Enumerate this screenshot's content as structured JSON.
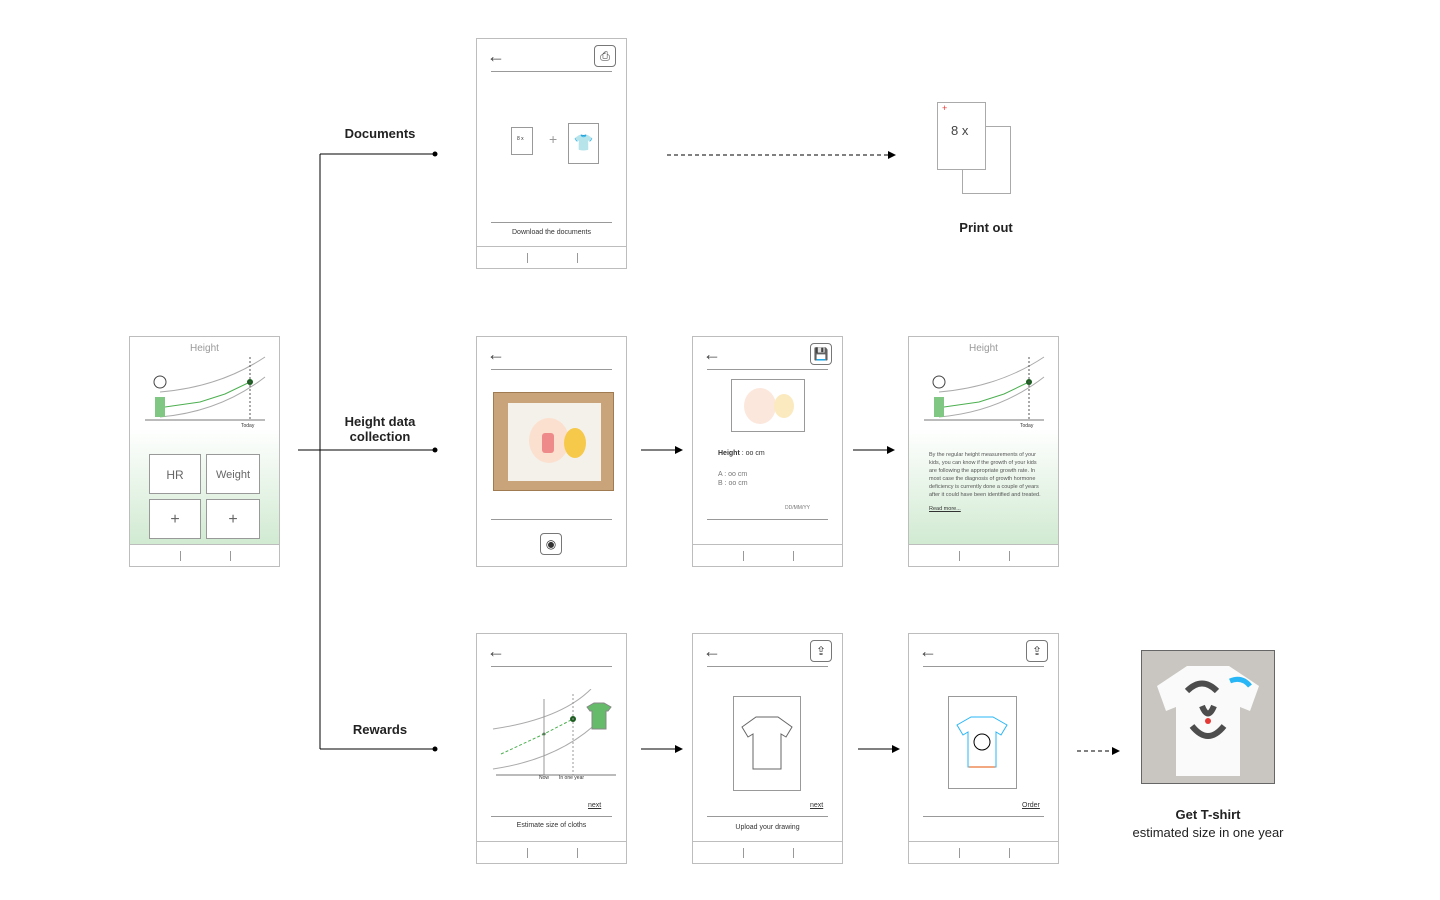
{
  "labels": {
    "documents": "Documents",
    "height_collection": "Height data\ncollection",
    "rewards": "Rewards",
    "print_out": "Print out",
    "get_tshirt": "Get T-shirt",
    "tshirt_sub": "estimated size in one year"
  },
  "home": {
    "chart_title": "Height",
    "today": "Today",
    "btn_hr": "HR",
    "btn_weight": "Weight",
    "add1": "+",
    "add2": "+"
  },
  "documents_screen": {
    "stack_label": "8 x",
    "plus": "+",
    "caption": "Download the documents"
  },
  "print": {
    "stack_label": "8 x"
  },
  "measure_screen": {
    "height": "Height",
    "height_val": " : oo cm",
    "a": "A : oo cm",
    "b": "B : oo cm",
    "date": "DD/MM/YY"
  },
  "result_screen": {
    "chart_title": "Height",
    "today": "Today",
    "text": "By the regular height measurements of your kids, you can know if the growth of your kids are following the appropriate growth rate. In most case the diagnosis of growth hormone deficiency is currently done a couple of years after it could have been identified and treated.",
    "read_more": "Read more..."
  },
  "estimate_screen": {
    "now": "Now",
    "one_year": "In one year",
    "next": "next",
    "caption": "Estimate size of cloths"
  },
  "upload_screen": {
    "next": "next",
    "caption": "Upload your drawing"
  },
  "order_screen": {
    "order": "Order"
  },
  "colors": {
    "green": "#2e7d32",
    "border": "#bdbdbd"
  }
}
